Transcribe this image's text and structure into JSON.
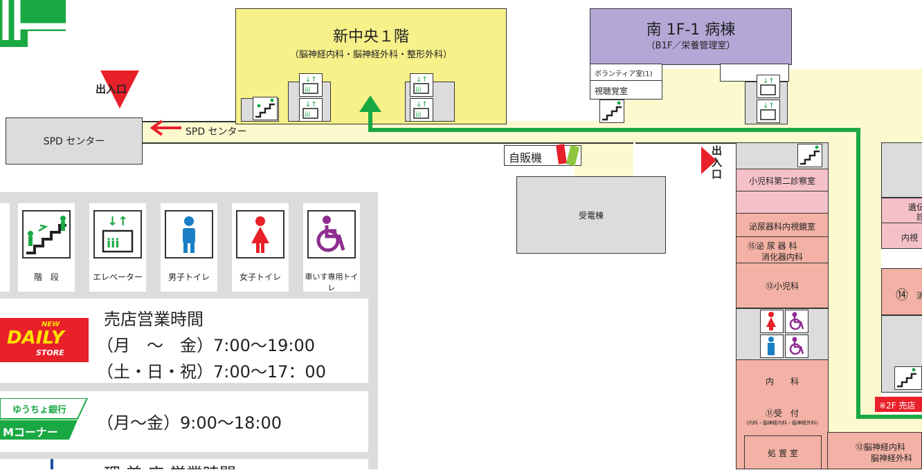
{
  "buildings": {
    "new_central": {
      "title": "新中央１階",
      "sub": "（脳神経内科・脳神経外科・整形外科）"
    },
    "south": {
      "title": "南 1F-1 病棟",
      "sub": "（B1F／栄養管理室）"
    },
    "volunteer_room": "ボランティア室(1)",
    "av_room": "視聴覚室",
    "spd_center": "SPD センター",
    "spd_arrow_label": "SPD センター",
    "vending": "自販機",
    "power_building": "受電棟",
    "entrance_top": "出入口",
    "entrance_right": "出入口"
  },
  "east_wing": {
    "pediatrics_second": "小児科第二診察室",
    "urology_endoscopy": "泌尿器科内視鏡室",
    "r15_line1": "⑮泌 尿 器 科",
    "r15_line2": "消化器内科",
    "r13": "⑬小児科",
    "internal": "内　　科",
    "r11": "⑪受　付",
    "r11_sub": "(内科・脳神経内科・脳神経外科)",
    "treatment": "処 置 室",
    "r12_line1": "⑫脳神経内科",
    "r12_line2": "脳神経外科",
    "far_genetic": "遺伝",
    "far_genetic2": "診",
    "far_endo": "内視",
    "far_r14": "⑭",
    "far_r14b": "消",
    "shop_note": "※2F 売店"
  },
  "legend": {
    "stairs": "階　段",
    "elevator": "エレベーター",
    "men": "男子トイレ",
    "women": "女子トイレ",
    "wheelchair": "車いす専用トイレ"
  },
  "info": {
    "shop_logo_top": "NEW",
    "shop_logo_main": "DAILY",
    "shop_logo_sub": "STORE",
    "shop_title": "売店営業時間",
    "shop_weekday": "（月　～　金）7:00～19:00",
    "shop_weekend": "（土・日・祝）7:00～17：00",
    "bank_name": "ゆうちょ銀行",
    "atm_label": "Mコーナー",
    "atm_hours": "（月～金）9:00～18:00",
    "bottom_partial": "理 美 店 営業時間"
  },
  "colors": {
    "route": "#1aa843",
    "arrow_red": "#e8202a",
    "corridor": "#fdf9cf"
  }
}
